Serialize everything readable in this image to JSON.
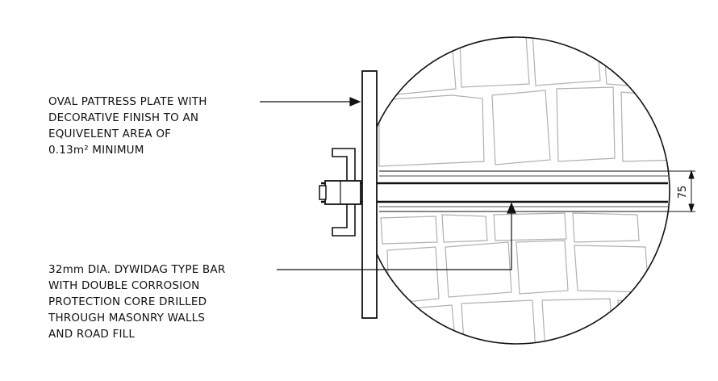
{
  "callouts": {
    "pattress_plate": {
      "lines": [
        "OVAL PATTRESS PLATE WITH",
        "DECORATIVE FINISH TO AN",
        "EQUIVELENT AREA OF",
        "0.13m² MINIMUM"
      ]
    },
    "tie_bar": {
      "lines": [
        "32mm DIA. DYWIDAG TYPE BAR",
        "WITH DOUBLE CORROSION",
        "PROTECTION CORE DRILLED",
        "THROUGH MASONRY WALLS",
        "AND ROAD FILL"
      ]
    }
  },
  "dimension": {
    "core_diameter": "75"
  }
}
